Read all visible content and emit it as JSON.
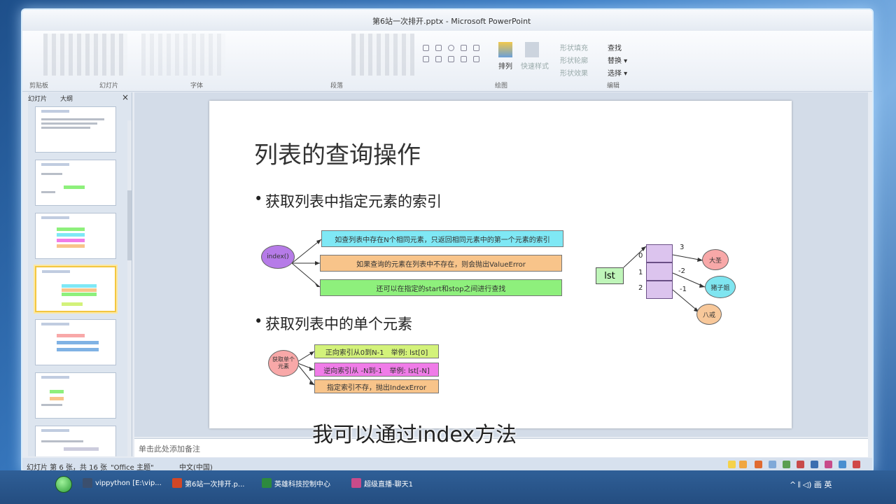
{
  "window": {
    "title": "第6站一次排开.pptx - Microsoft PowerPoint"
  },
  "ribbon": {
    "groups": [
      "剪贴板",
      "幻灯片",
      "字体",
      "段落",
      "绘图",
      "编辑"
    ],
    "arrange_label": "排列",
    "quick_styles_label": "快速样式",
    "shape_fill": "形状填充",
    "shape_outline": "形状轮廓",
    "shape_effects": "形状效果",
    "find": "查找",
    "replace": "替换 ▾",
    "select": "选择 ▾"
  },
  "left_pane": {
    "tabs": [
      "幻灯片",
      "大纲"
    ],
    "close_label": "×",
    "slide_numbers": [
      "",
      "",
      "",
      "",
      "",
      "",
      ""
    ]
  },
  "slide": {
    "title": "列表的查询操作",
    "bullet1": "获取列表中指定元素的索引",
    "bullet2": "获取列表中的单个元素",
    "cloud_index": "index()",
    "box1": "如查列表中存在N个相同元素，只返回相同元素中的第一个元素的索引",
    "box2": "如果查询的元素在列表中不存在，则会抛出ValueError",
    "box3": "还可以在指定的start和stop之间进行查找",
    "lst_label": "lst",
    "indices_left": [
      "0",
      "1",
      "2"
    ],
    "indices_right": [
      "3",
      "-2",
      "-1"
    ],
    "cloud_dasheng": "大圣",
    "cloud_zhuzi": "猪子姐",
    "cloud_bajie": "八戒",
    "cloud_get": "获取单个元素",
    "box4": "正向索引从0到N-1　举例: lst[0]",
    "box5": "逆向索引从 -N到-1　举例: lst[-N]",
    "box6": "指定索引不存，抛出IndexError"
  },
  "notes": {
    "placeholder": "单击此处添加备注"
  },
  "status_bar": {
    "slide_info": "幻灯片 第 6 张，共 16 张",
    "theme": "\"Office 主题\"",
    "language": "中文(中国)"
  },
  "subtitle": "我可以通过index方法",
  "taskbar": {
    "items": [
      {
        "label": "vippython [E:\\vip...",
        "color": "#3b4f6e"
      },
      {
        "label": "第6站一次排开.p...",
        "color": "#d24726"
      },
      {
        "label": "英雄科技控制中心",
        "color": "#2d8a3e"
      },
      {
        "label": "超级直播-聊天1",
        "color": "#c84b8a"
      }
    ],
    "tray": "^ 𝄃 ◁) 画 英"
  },
  "colors": {
    "box_cyan": "#7fe8f5",
    "box_orange": "#f8c48a",
    "box_green": "#8ef07c",
    "box_yellowgreen": "#d3f27a",
    "box_magenta": "#f07ce8",
    "cloud_purple": "#b67be8",
    "cloud_pink": "#f8a8a8",
    "cloud_cyan": "#7fe5f0",
    "cloud_orange": "#f8c89a"
  }
}
